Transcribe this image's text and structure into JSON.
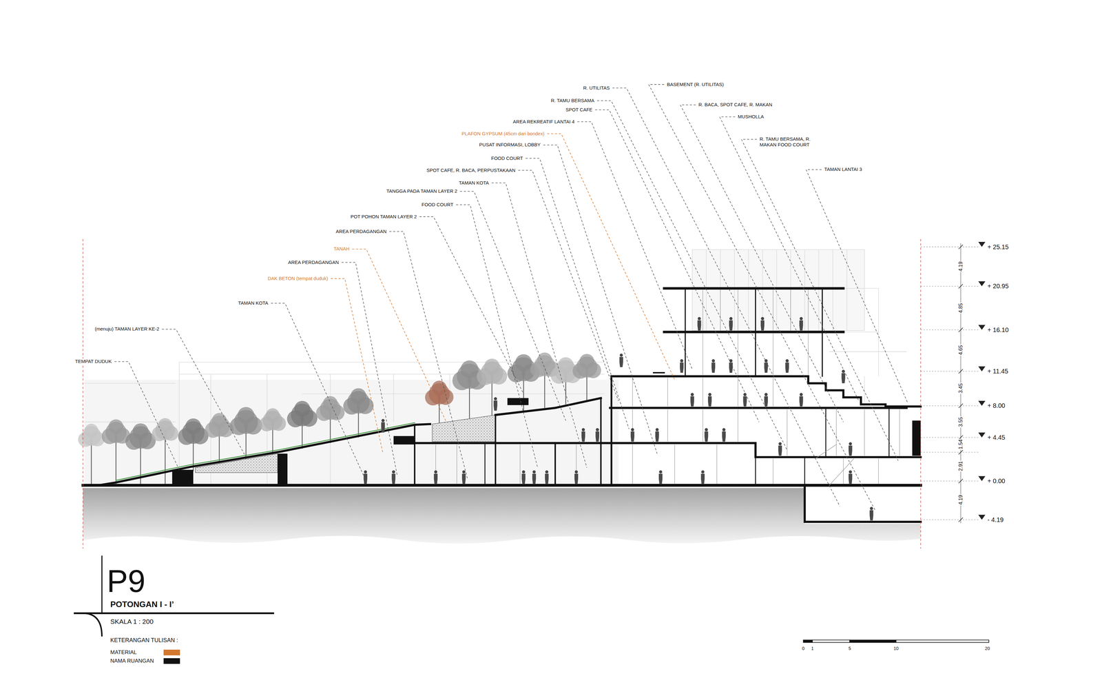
{
  "diagram": {
    "title": "POTONGAN I - I’",
    "labels": [
      "P9",
      "SKALA 1 : 200",
      "KETERANGAN TULISAN :",
      "R. UTILITAS",
      "BASEMENT (R. UTILITAS)",
      "R. TAMU BERSAMA",
      "R. BACA, SPOT CAFE, R. MAKAN",
      "SPOT CAFE",
      "MUSHOLLA",
      "AREA REKREATIF LANTAI 4",
      "PLAFON GYPSUM (45cm dari bondex)",
      "R. TAMU BERSAMA, R. MAKAN FOOD COURT",
      "PUSAT INFORMASI, LOBBY",
      "FOOD COURT",
      "SPOT CAFE, R. BACA, PERPUSTAKAAN",
      "TAMAN LANTAI 3",
      "TAMAN KOTA",
      "TANGGA PADA TAMAN LAYER 2",
      "FOOD COURT",
      "POT POHON TAMAN LAYER 2",
      "AREA PERDAGANGAN",
      "TANAH",
      "AREA PERDAGANGAN",
      "DAK BETON (tempat duduk)",
      "TAMAN KOTA",
      "(menuju) TAMAN LAYER KE-2",
      "TEMPAT DUDUK",
      "+ 25.15",
      "+ 20.95",
      "+ 16.10",
      "+ 11.45",
      "+ 8.00",
      "+ 4.45",
      "+ 0.00",
      "- 4.19",
      "4.19",
      "4.85",
      "4.65",
      "3.45",
      "3.55",
      "1.54",
      "2.91",
      "4.19",
      "0",
      "1",
      "5",
      "10",
      "20"
    ],
    "legend": [
      {
        "text": "MATERIAL",
        "color": "#d2782f"
      },
      {
        "text": "NAMA RUANGAN",
        "color": "#111111"
      }
    ]
  }
}
